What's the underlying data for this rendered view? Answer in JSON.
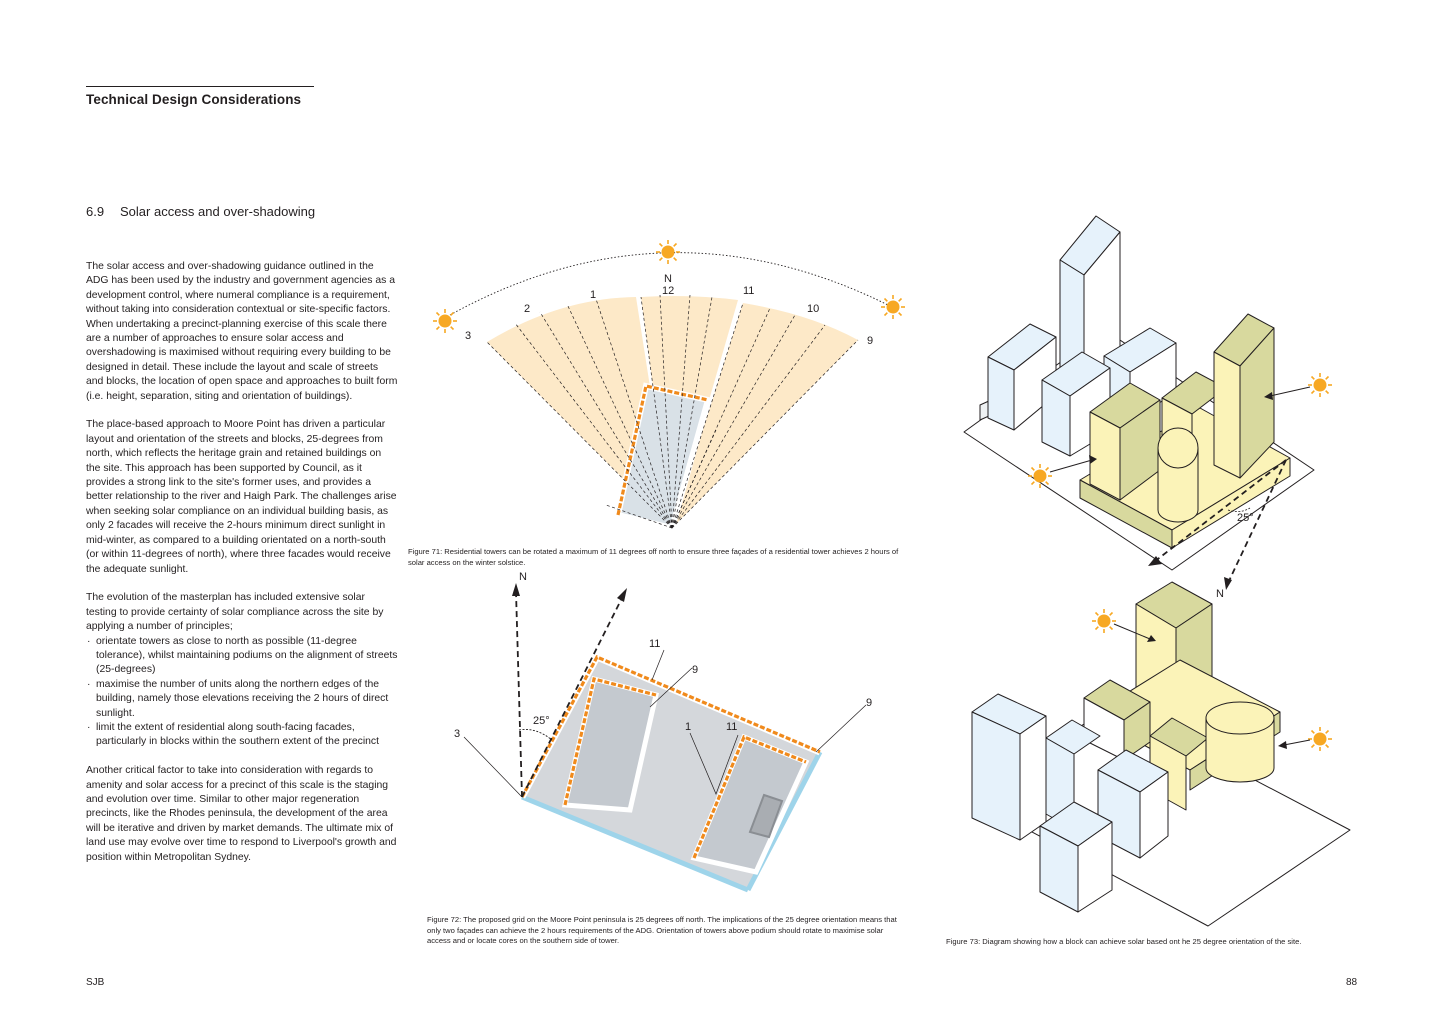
{
  "header": {
    "title": "Technical Design Considerations"
  },
  "section": {
    "number": "6.9",
    "title": "Solar access and over-shadowing"
  },
  "body": {
    "p1": "The solar access and over-shadowing guidance outlined in the ADG has been used by the industry and government agencies as a development control, where numeral compliance is a requirement, without taking into consideration contextual or site-specific factors. When undertaking a precinct-planning exercise of this scale there are a number of approaches to ensure solar access and overshadowing is maximised without requiring every building to be designed in detail. These include the layout and scale of streets and blocks, the location of open space and approaches to built form (i.e. height, separation, siting and orientation of buildings).",
    "p2": "The place-based approach to Moore Point has driven a particular layout and orientation of the streets and blocks, 25-degrees from north, which reflects the heritage grain and retained buildings on the site. This approach has been supported by Council, as it provides a strong link to the site's former uses, and provides a better relationship to the river and Haigh Park. The challenges arise when seeking solar compliance on an individual building basis, as only 2 facades will receive the 2-hours minimum direct sunlight in mid-winter, as compared to a building orientated on a north-south (or within 11-degrees of north), where three facades would receive the adequate sunlight.",
    "p3": "The evolution of the masterplan has included extensive solar testing to provide certainty of solar compliance across the site by applying a number of principles;",
    "bullets": [
      "orientate towers as close to north as possible (11-degree tolerance), whilst maintaining podiums on the alignment of streets (25-degrees)",
      "maximise the number of units along the northern edges of the building, namely those elevations receiving the 2 hours of direct sunlight.",
      "limit the extent of residential along south-facing facades, particularly in blocks within the southern extent of the precinct"
    ],
    "p4": "Another critical factor to take into consideration with regards to amenity and solar access for a precinct of this scale is the staging and evolution over time. Similar to other major regeneration precincts, like the Rhodes peninsula, the development of the area will be iterative and driven by market demands. The ultimate mix of land use may evolve over time to respond to Liverpool's growth and position within Metropolitan Sydney."
  },
  "fig71": {
    "labels": {
      "n": "N",
      "h12": "12",
      "h11": "11",
      "h10": "10",
      "h9": "9",
      "h1": "1",
      "h2": "2",
      "h3": "3"
    },
    "caption": "Figure 71: Residential towers can be rotated a maximum of 11 degrees off north to ensure three façades of a residential tower achieves 2 hours of solar access on the winter solstice."
  },
  "fig72": {
    "labels": {
      "n": "N",
      "angle": "25°",
      "l3": "3",
      "l9a": "9",
      "l9b": "9",
      "l11a": "11",
      "l11b": "11",
      "l1": "1"
    },
    "caption": "Figure 72: The proposed grid on the Moore Point peninsula is 25 degrees off north. The implications of the 25 degree orientation means that only two façades can achieve the 2 hours requirements of the ADG. Orientation of towers above podium should rotate to maximise solar access and or locate cores on the southern side of tower."
  },
  "fig73": {
    "labels": {
      "angle": "25°",
      "n": "N"
    },
    "caption": "Figure 73: Diagram showing how a block can achieve solar based ont he 25 degree orientation of the site."
  },
  "footer": {
    "left": "SJB",
    "page": "88"
  },
  "colors": {
    "sun": "#f7a823",
    "wedge": "#fde9c8",
    "orange": "#f08a1c",
    "tower_yellow": "#fbf3b8",
    "tower_olive": "#d8d99e",
    "tower_blue": "#e6f2fb",
    "grey": "#d4d7db",
    "cyan": "#9ed4ea"
  }
}
